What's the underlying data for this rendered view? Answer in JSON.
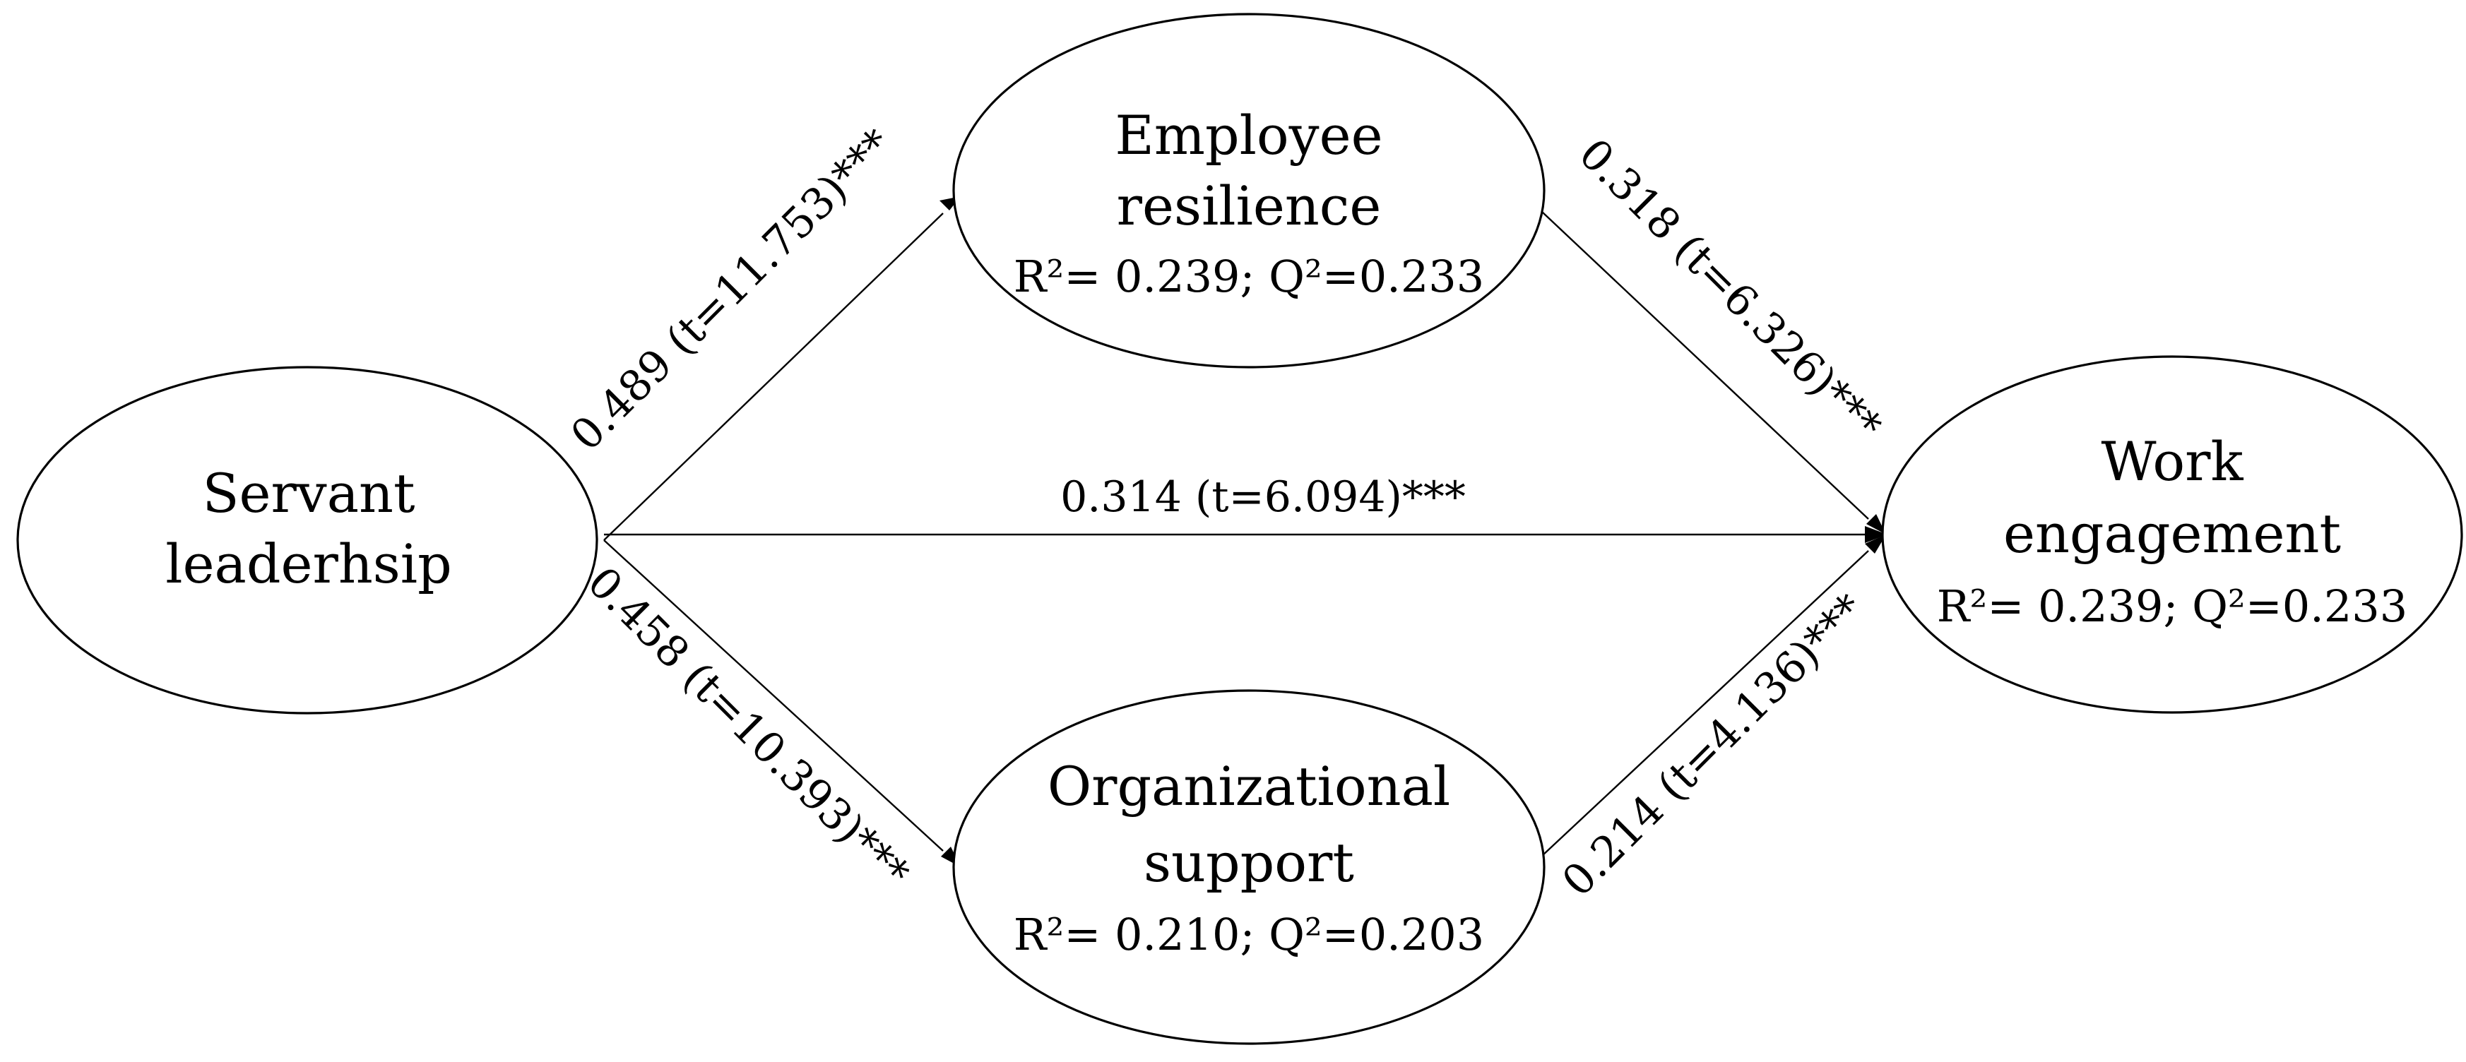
{
  "nodes": {
    "servant_leadership": {
      "title_lines": [
        "Servant",
        "leaderhsip"
      ]
    },
    "employee_resilience": {
      "title_lines": [
        "Employee",
        "resilience"
      ],
      "stats": "R²= 0.239; Q²=0.233"
    },
    "organizational_support": {
      "title_lines": [
        "Organizational",
        "support"
      ],
      "stats": "R²= 0.210; Q²=0.203"
    },
    "work_engagement": {
      "title_lines": [
        "Work",
        "engagement"
      ],
      "stats": "R²= 0.239; Q²=0.233"
    }
  },
  "edges": {
    "sl_to_er": {
      "from": "Servant leaderhsip",
      "to": "Employee resilience",
      "label": "0.489 (t=11.753)***"
    },
    "sl_to_os": {
      "from": "Servant leaderhsip",
      "to": "Organizational support",
      "label": "0.458 (t=10.393)***"
    },
    "sl_to_we": {
      "from": "Servant leaderhsip",
      "to": "Work engagement",
      "label": "0.314 (t=6.094)***"
    },
    "er_to_we": {
      "from": "Employee resilience",
      "to": "Work engagement",
      "label": "0.318 (t=6.326)***"
    },
    "os_to_we": {
      "from": "Organizational support",
      "to": "Work engagement",
      "label": "0.214 (t=4.136)***"
    }
  }
}
